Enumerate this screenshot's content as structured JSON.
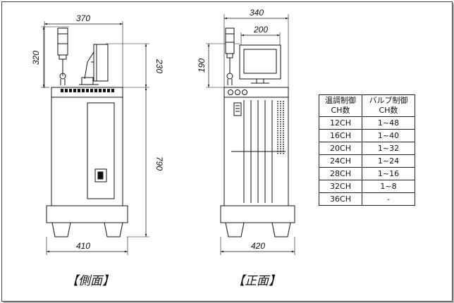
{
  "side_view": {
    "caption": "【側面】",
    "dims": {
      "top_width": "370",
      "base_width": "410",
      "upper_height": "320",
      "monitor_height": "230",
      "body_height": "790"
    }
  },
  "front_view": {
    "caption": "【正面】",
    "dims": {
      "top_width": "340",
      "monitor_width": "200",
      "upper_height": "190",
      "base_width": "420"
    }
  },
  "spec_table": {
    "headers": [
      {
        "line1": "温調制御",
        "line2": "CH数"
      },
      {
        "line1": "バルブ制御",
        "line2": "CH数"
      }
    ],
    "rows": [
      {
        "temp_ch": "12CH",
        "valve_ch": "1~48"
      },
      {
        "temp_ch": "16CH",
        "valve_ch": "1~40"
      },
      {
        "temp_ch": "20CH",
        "valve_ch": "1~32"
      },
      {
        "temp_ch": "24CH",
        "valve_ch": "1~24"
      },
      {
        "temp_ch": "28CH",
        "valve_ch": "1~16"
      },
      {
        "temp_ch": "32CH",
        "valve_ch": "1~8"
      },
      {
        "temp_ch": "36CH",
        "valve_ch": "-"
      }
    ]
  }
}
